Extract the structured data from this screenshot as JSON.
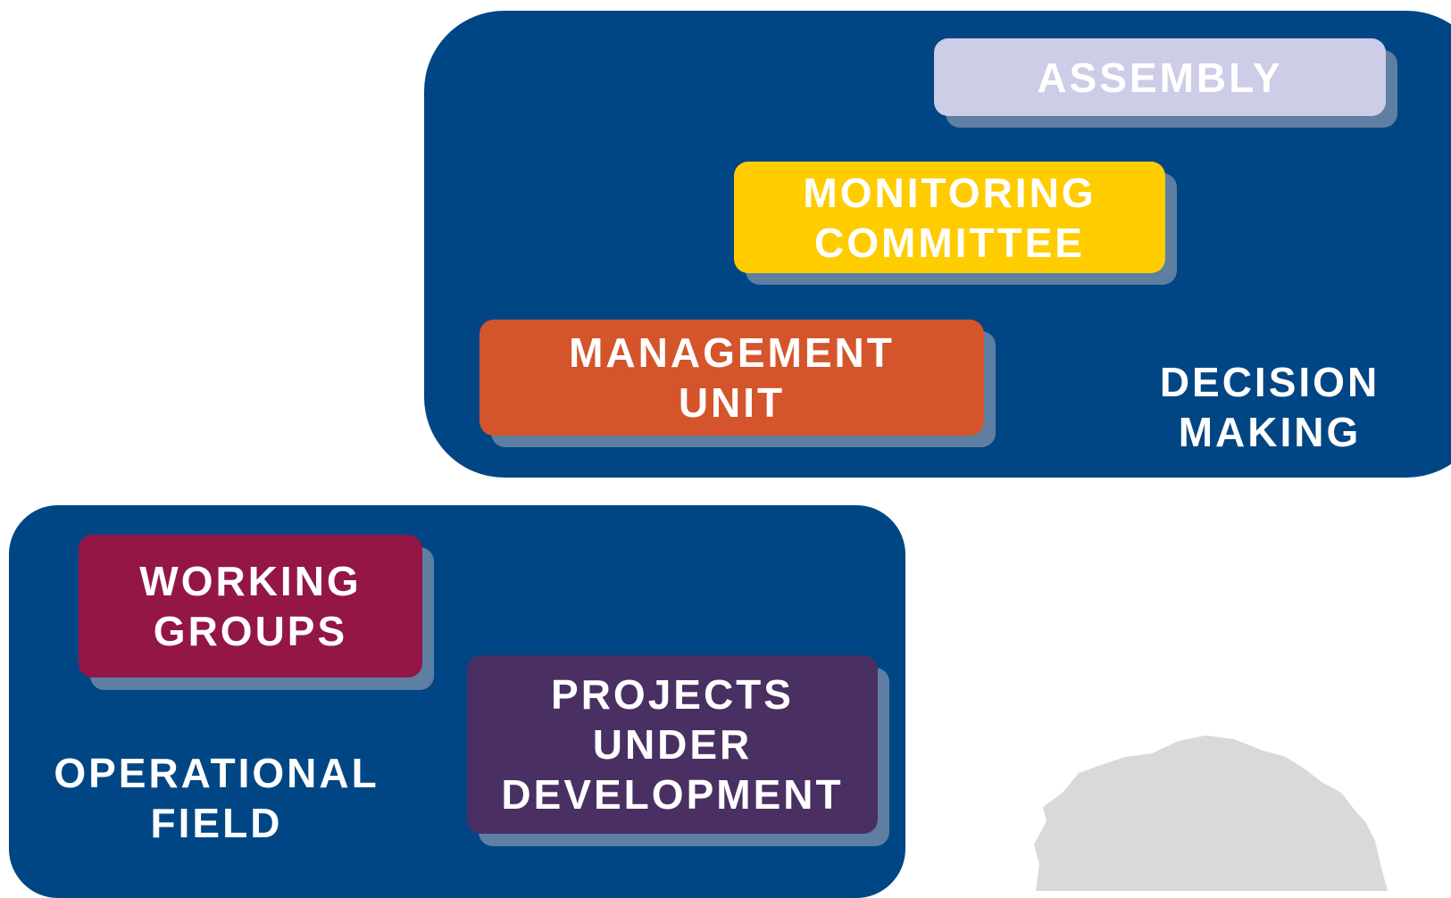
{
  "decision_panel": {
    "label_line1": "DECISION",
    "label_line2": "MAKING"
  },
  "operational_panel": {
    "label_line1": "OPERATIONAL",
    "label_line2": "FIELD"
  },
  "boxes": {
    "assembly": {
      "line1": "ASSEMBLY",
      "color": "#cdcde8"
    },
    "monitoring": {
      "line1": "MONITORING",
      "line2": "COMMITTEE",
      "color": "#ffcc00"
    },
    "management": {
      "line1": "MANAGEMENT",
      "line2": "UNIT",
      "color": "#d4552b"
    },
    "working": {
      "line1": "WORKING",
      "line2": "GROUPS",
      "color": "#931646"
    },
    "projects": {
      "line1": "PROJECTS",
      "line2": "UNDER",
      "line3": "DEVELOPMENT",
      "color": "#4a2f63"
    }
  },
  "colors": {
    "panel": "#004685",
    "shadow": "#5e7fa1",
    "tree": "#d9d9d9"
  }
}
